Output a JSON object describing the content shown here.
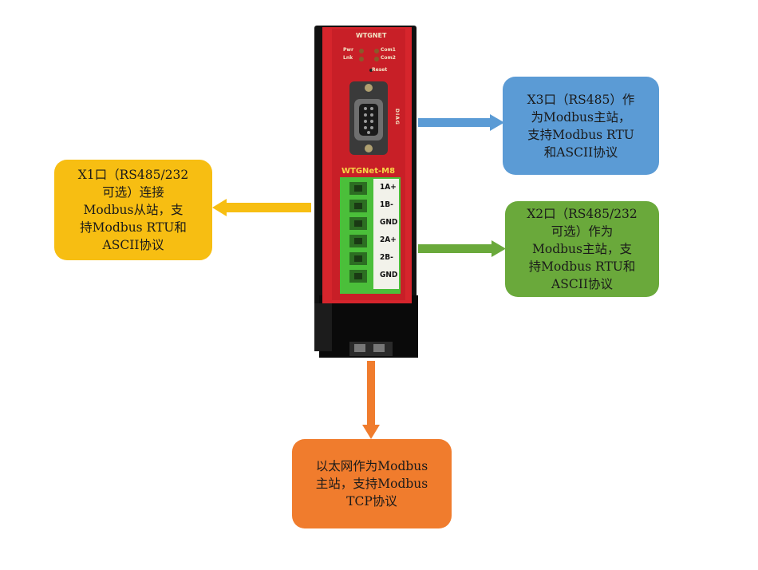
{
  "device": {
    "brand": "WTGNET",
    "model": "WTGNet-M8",
    "leds": [
      "Pwr",
      "Com1",
      "Lnk",
      "Com2"
    ],
    "reset_label": "Reset",
    "diag_label": "DIAG",
    "terminals": [
      "1A+",
      "1B-",
      "GND",
      "2A+",
      "2B-",
      "GND"
    ]
  },
  "callouts": {
    "x1": {
      "lines": [
        "X1口（RS485/232",
        "可选）连接",
        "Modbus从站，支",
        "持Modbus RTU和",
        "ASCII协议"
      ],
      "color": "#f7be12"
    },
    "x3": {
      "lines": [
        "X3口（RS485）作",
        "为Modbus主站，",
        "支持Modbus RTU",
        "和ASCII协议"
      ],
      "color": "#5b9bd5"
    },
    "x2": {
      "lines": [
        "X2口（RS485/232",
        "可选）作为",
        "Modbus主站，支",
        "持Modbus RTU和",
        "ASCII协议"
      ],
      "color": "#6aa93b"
    },
    "eth": {
      "lines": [
        "以太网作为Modbus",
        "主站，支持Modbus",
        "TCP协议"
      ],
      "color": "#f07c2d"
    }
  }
}
